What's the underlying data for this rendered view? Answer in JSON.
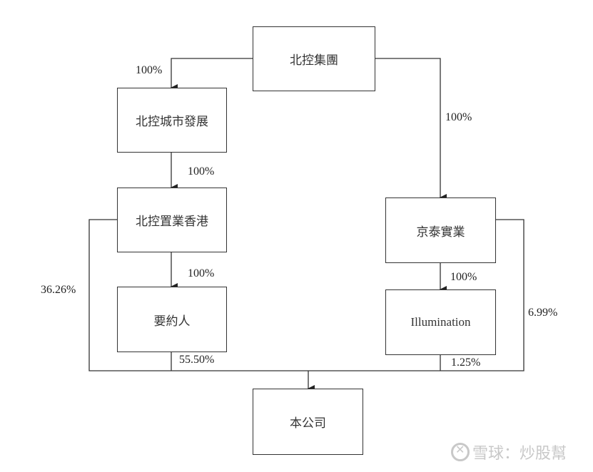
{
  "diagram": {
    "type": "shareholding-structure",
    "entities": {
      "bhg": "北控集團",
      "urban": "北控城市發展",
      "property_hk": "北控置業香港",
      "offeror": "要約人",
      "jingtai": "京泰實業",
      "illumination": "Illumination",
      "company": "本公司"
    },
    "edges": {
      "bhg_to_urban": "100%",
      "bhg_to_jingtai": "100%",
      "urban_to_property_hk": "100%",
      "property_hk_to_offeror": "100%",
      "jingtai_to_illumination": "100%",
      "property_hk_to_company": "36.26%",
      "offeror_to_company": "55.50%",
      "illumination_to_company": "1.25%",
      "jingtai_to_company": "6.99%"
    }
  },
  "watermark": {
    "text": "雪球：炒股幫",
    "icon": "snowball-logo-icon"
  }
}
